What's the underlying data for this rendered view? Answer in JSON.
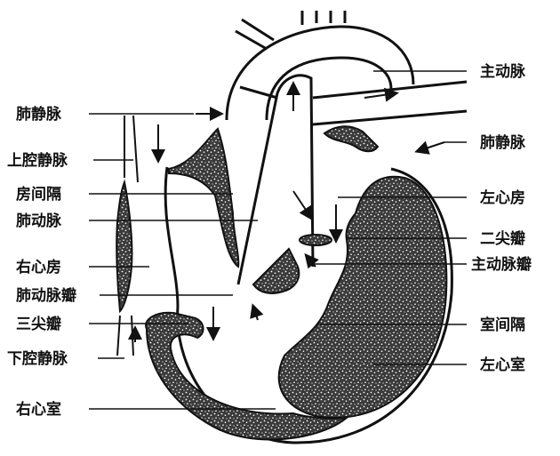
{
  "diagram": {
    "left_labels": [
      "肺静脉",
      "上腔静脉",
      "房间隔",
      "肺动脉",
      "右心房",
      "肺动脉瓣",
      "三尖瓣",
      "下腔静脉",
      "右心室"
    ],
    "right_labels": [
      "主动脉",
      "肺静脉",
      "左心房",
      "二尖瓣",
      "主动脉瓣",
      "室间隔",
      "左心室"
    ]
  },
  "colors": {
    "ink": "#111111",
    "paper": "#ffffff"
  }
}
